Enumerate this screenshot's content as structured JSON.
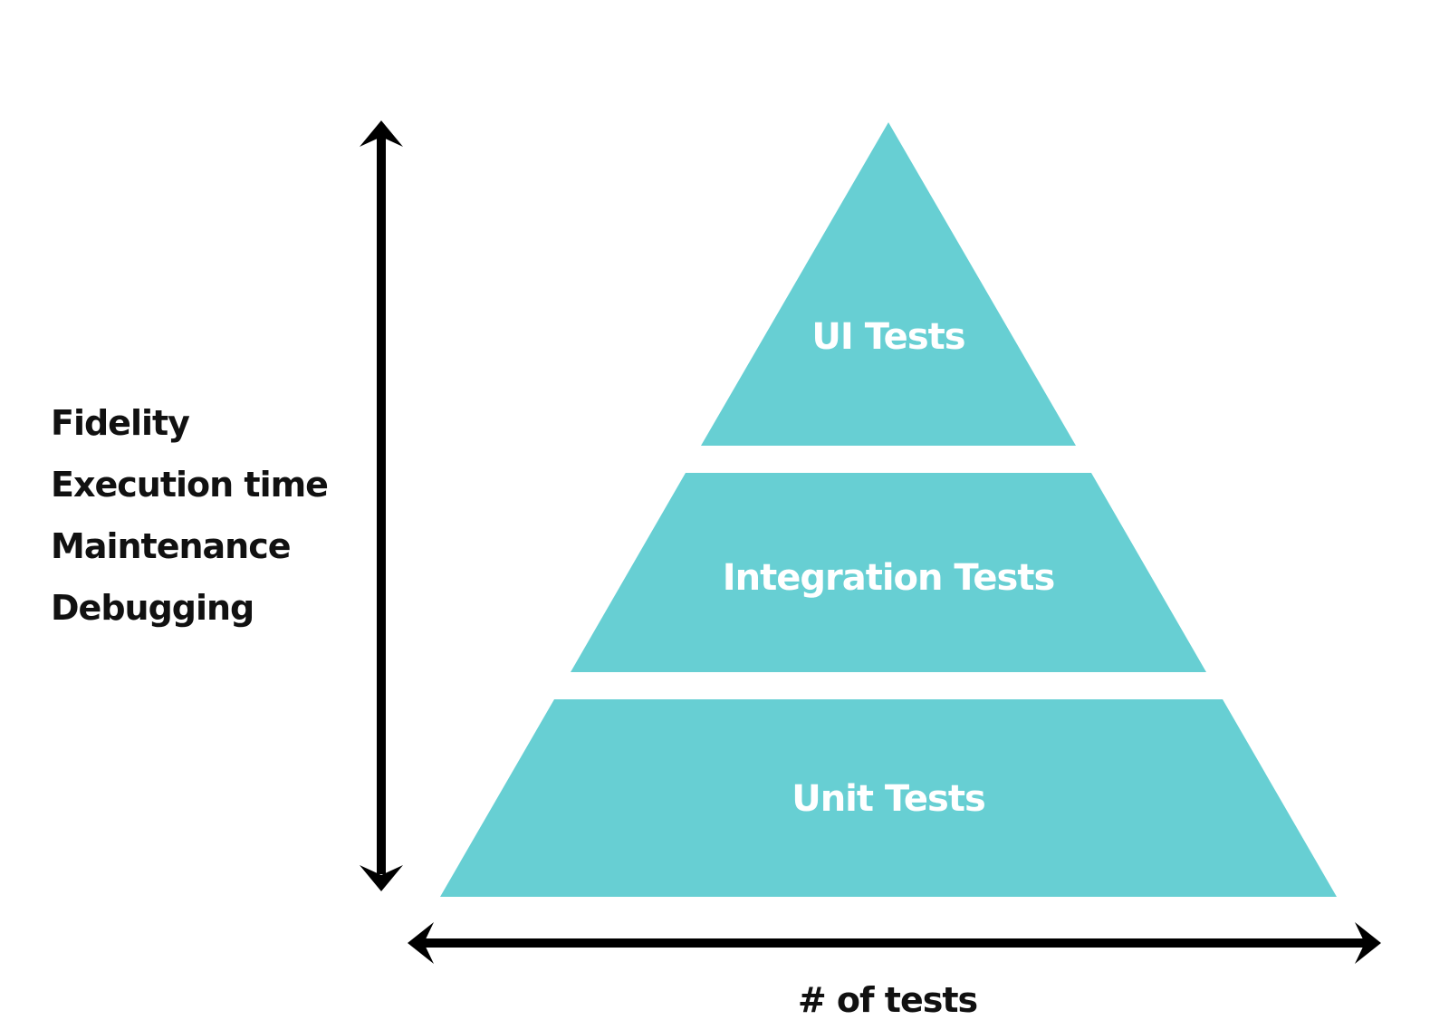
{
  "colors": {
    "pyramid_fill": "#67CFD3",
    "axis": "#000000",
    "tier_text": "#ffffff",
    "label_text": "#111111"
  },
  "y_axis": {
    "labels": [
      "Fidelity",
      "Execution time",
      "Maintenance",
      "Debugging"
    ]
  },
  "x_axis": {
    "label": "# of tests"
  },
  "pyramid": {
    "tiers": [
      {
        "label": "UI Tests"
      },
      {
        "label": "Integration Tests"
      },
      {
        "label": "Unit Tests"
      }
    ]
  }
}
